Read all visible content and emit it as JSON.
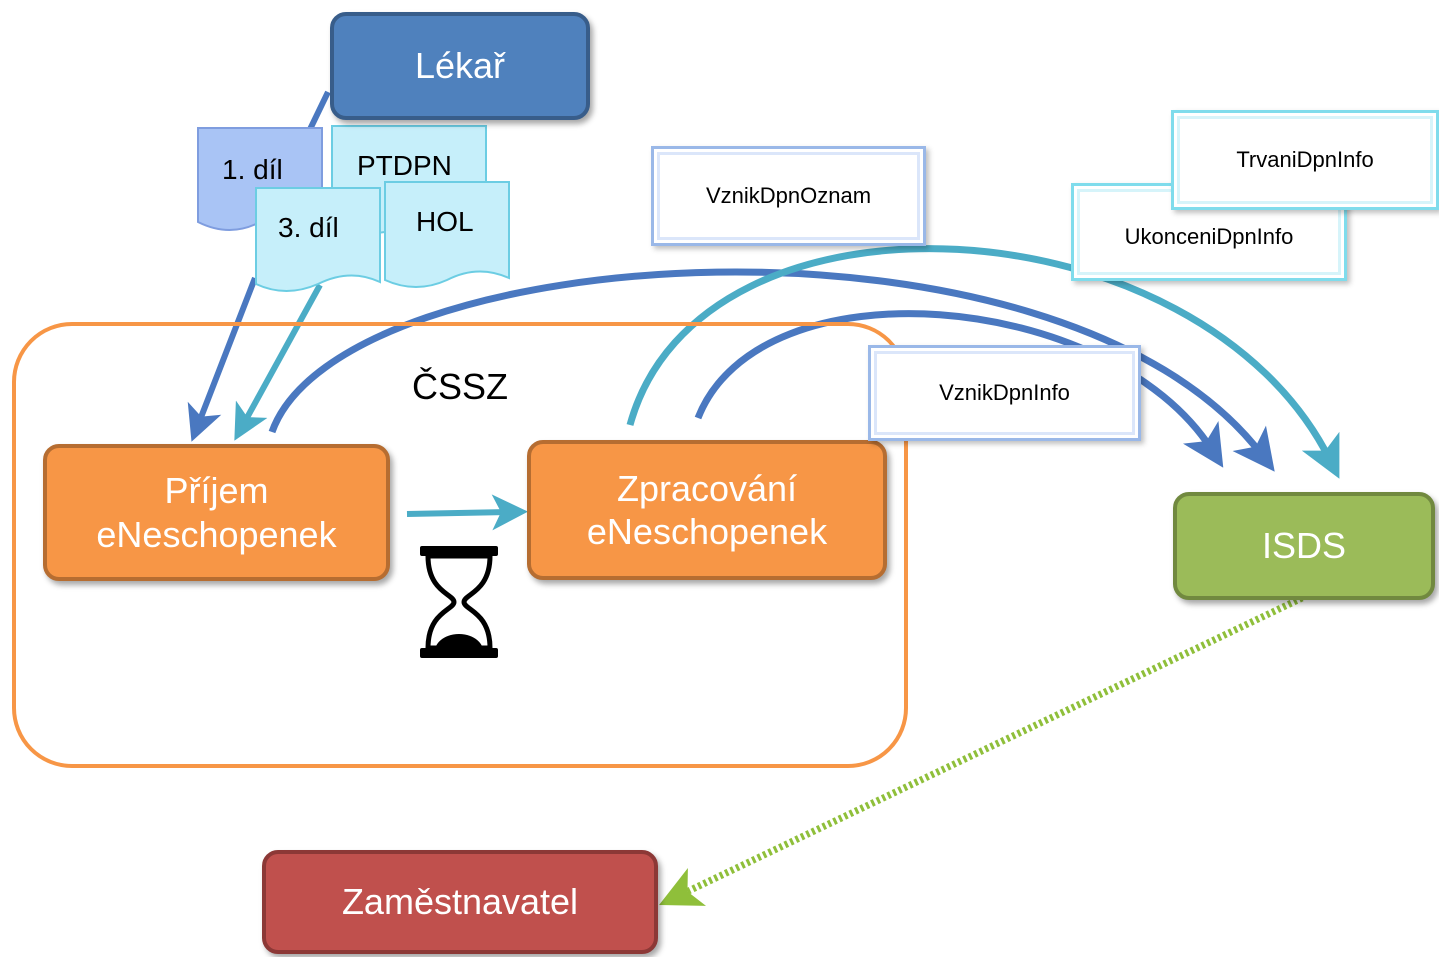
{
  "nodes": {
    "lekar": "Lékař",
    "cssz": "ČSSZ",
    "prijem": "Příjem eNeschopenek",
    "zpracovani": "Zpracování eNeschopenek",
    "isds": "ISDS",
    "zamestnavatel": "Zaměstnavatel"
  },
  "documents": {
    "dil1": "1. díl",
    "ptdpn": "PTDPN",
    "dil3": "3. díl",
    "hol": "HOL"
  },
  "messages": {
    "vznik_dpn_oznam": "VznikDpnOznam",
    "vznik_dpn_info": "VznikDpnInfo",
    "ukonceni_dpn_info": "UkonceniDpnInfo",
    "trvani_dpn_info": "TrvaniDpnInfo"
  },
  "colors": {
    "lekar": "#4f81bd",
    "process": "#f79646",
    "isds": "#9bbb59",
    "zamestnavatel": "#c0504d",
    "arrow_blue": "#4a78c0",
    "arrow_teal": "#4bacc6",
    "arrow_green": "#8fbf3a"
  },
  "icons": {
    "waiting": "hourglass-icon"
  }
}
